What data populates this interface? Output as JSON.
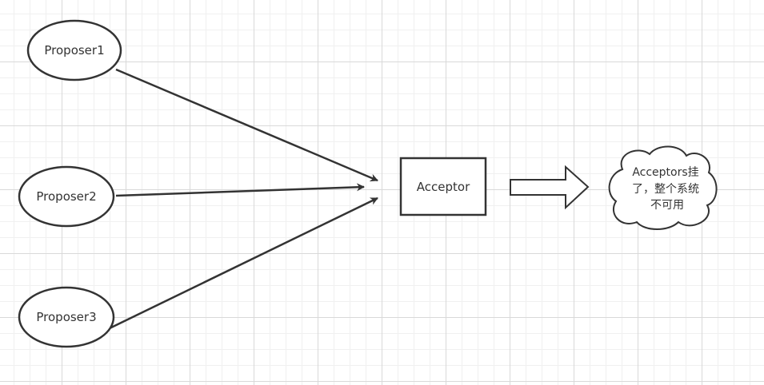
{
  "nodes": {
    "proposer1": "Proposer1",
    "proposer2": "Proposer2",
    "proposer3": "Proposer3",
    "acceptor": "Acceptor"
  },
  "note": {
    "line1": "Acceptors挂",
    "line2": "了，整个系统",
    "line3": "不可用"
  },
  "colors": {
    "stroke": "#333333",
    "fill": "#ffffff"
  }
}
